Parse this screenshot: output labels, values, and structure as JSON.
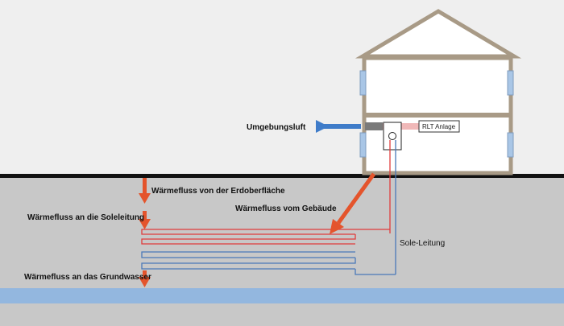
{
  "labels": {
    "ambient_air": "Umgebungsluft",
    "rlt_unit": "RLT Anlage",
    "heat_flow_surface": "Wärmefluss von der Erdoberfläche",
    "heat_flow_brine": "Wärmefluss an die Soleleitung",
    "heat_flow_building": "Wärmefluss vom Gebäude",
    "brine_line": "Sole-Leitung",
    "heat_flow_groundwater": "Wärmefluss an das Grundwasser"
  },
  "colors": {
    "sky": "#efefef",
    "soil": "#c8c8c8",
    "ground_line": "#111111",
    "groundwater": "#93b7df",
    "arrow_orange": "#e4542c",
    "pipe_red": "#e03c3c",
    "pipe_blue": "#4a79b8",
    "air_blue": "#3f7cc9",
    "house_fill": "#ffffff",
    "house_outline": "#a89a86",
    "window": "#a9c6e6"
  },
  "icons": {
    "pump": "circle-pump-icon",
    "arrow": "orange-down-arrow-icon"
  }
}
